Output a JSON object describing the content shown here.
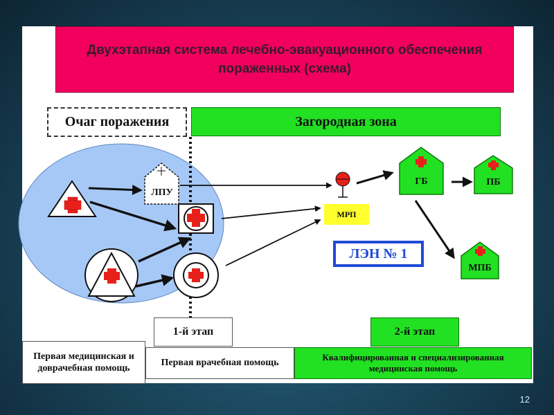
{
  "title": "Двухэтапная система лечебно-эвакуационного обеспечения пораженных (схема)",
  "zones": {
    "ochag": "Очаг поражения",
    "zagorodnaya": "Загородная зона"
  },
  "facilities": {
    "lpu": "ЛПУ",
    "mrp": "МРП",
    "gb": "ГБ",
    "pb": "ПБ",
    "mpb": "МПБ"
  },
  "len_label": "ЛЭН № 1",
  "stages": {
    "stage1": "1-й этап",
    "stage2": "2-й этап"
  },
  "help": {
    "first_aid": "Первая медицинская и доврачебная помощь",
    "first_doctor": "Первая врачебная помощь",
    "qualified": "Квалифицированная и специализированная медицинская помощь"
  },
  "page_number": "12",
  "colors": {
    "title_bg": "#f2005e",
    "green": "#22e022",
    "blue_ellipse": "#a6c8f6",
    "red_cross": "#e8201a",
    "len_border": "#1f49d6",
    "mrp_bg": "#ffff2e"
  }
}
